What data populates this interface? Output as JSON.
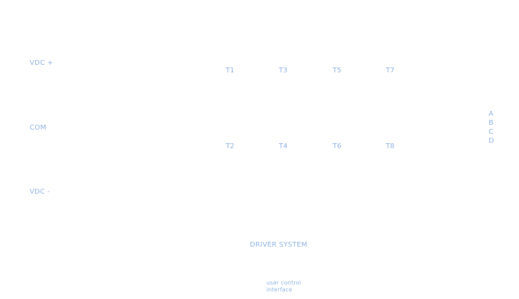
{
  "rails": {
    "vdc_plus": "VDC +",
    "com": "COM",
    "vdc_minus": "VDC -"
  },
  "transistors": {
    "t1": "T1",
    "t2": "T2",
    "t3": "T3",
    "t4": "T4",
    "t5": "T5",
    "t6": "T6",
    "t7": "T7",
    "t8": "T8"
  },
  "outputs": [
    "A",
    "B",
    "C",
    "D"
  ],
  "driver_system": "DRIVER SYSTEM",
  "user_interface": {
    "line1": "user control",
    "line2": "interface"
  }
}
